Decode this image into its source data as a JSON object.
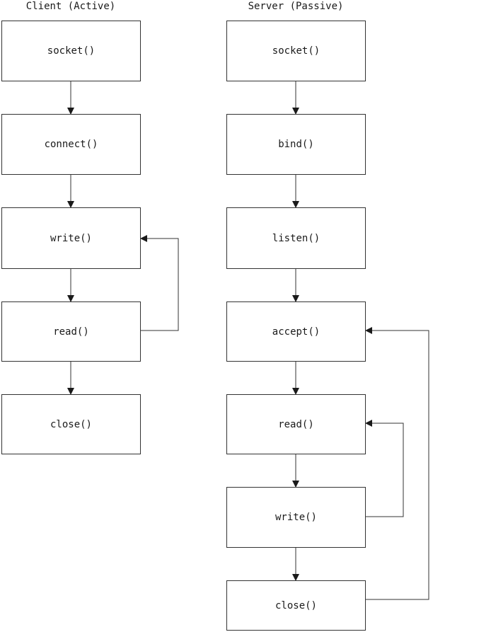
{
  "client": {
    "title": "Client (Active)",
    "steps": [
      "socket()",
      "connect()",
      "write()",
      "read()",
      "close()"
    ]
  },
  "server": {
    "title": "Server (Passive)",
    "steps": [
      "socket()",
      "bind()",
      "listen()",
      "accept()",
      "read()",
      "write()",
      "close()"
    ]
  },
  "colors": {
    "line": "#333333",
    "box_border": "#333333"
  }
}
